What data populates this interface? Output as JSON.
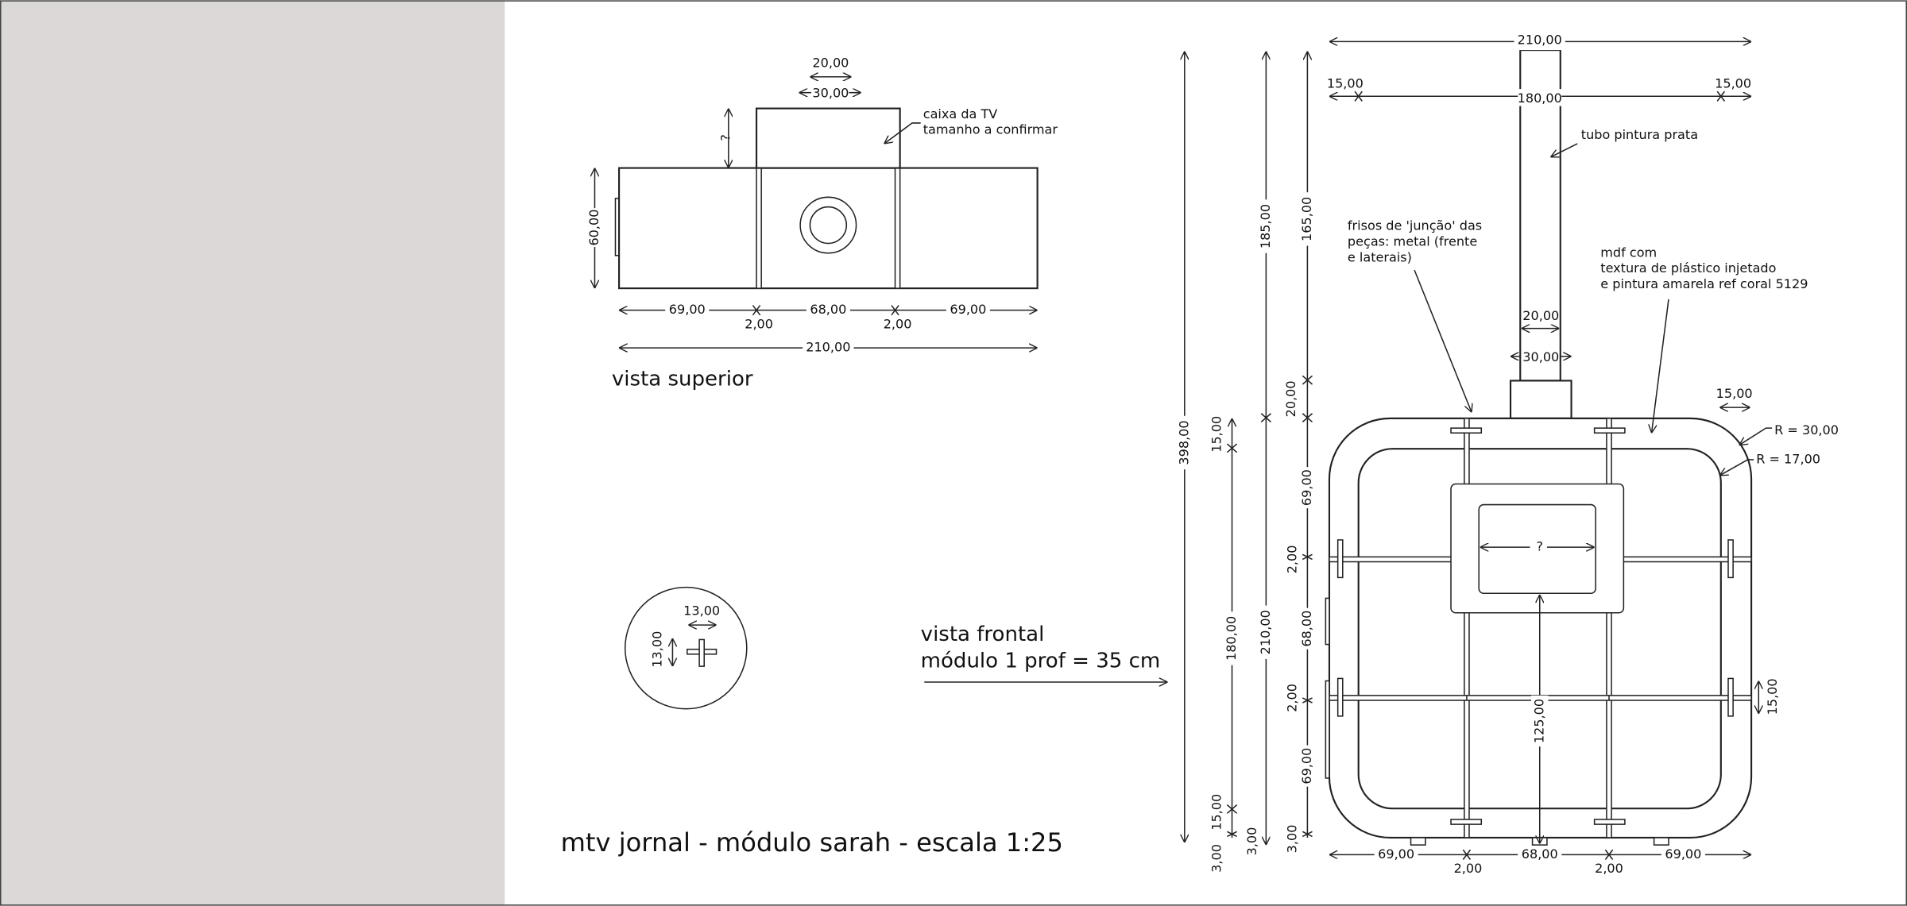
{
  "colors": {
    "panel": "#ddd8d8",
    "line": "#222222"
  },
  "title": "mtv jornal - módulo sarah - escala 1:25",
  "top_view": {
    "label": "vista superior",
    "tv_box_note": [
      "caixa da TV",
      "tamanho a confirmar"
    ],
    "dims": {
      "pole_inner": "20,00",
      "pole_outer": "30,00",
      "tv_depth": "?",
      "depth": "60,00",
      "left": "69,00",
      "gap1": "2,00",
      "center": "68,00",
      "gap2": "2,00",
      "right": "69,00",
      "total": "210,00"
    }
  },
  "detail": {
    "h": "13,00",
    "v": "13,00"
  },
  "front_label": [
    "vista frontal",
    "módulo 1 prof = 35 cm"
  ],
  "front_view": {
    "notes": {
      "tube": "tubo pintura prata",
      "frisos": [
        "frisos de 'junção' das",
        "peças: metal (frente",
        "e laterais)"
      ],
      "mdf": [
        "mdf com",
        "textura de plástico injetado",
        "e pintura amarela  ref coral 5129"
      ],
      "r_outer": "R = 30,00",
      "r_inner": "R = 17,00"
    },
    "dims": {
      "top_total": "210,00",
      "inner_width": "180,00",
      "margin_l": "15,00",
      "margin_r": "15,00",
      "pole_inner": "20,00",
      "pole_outer": "30,00",
      "border": "15,00",
      "screen_w": "?",
      "screen_h": "125,00",
      "tab": "15,00",
      "total_h": "398,00",
      "upper_h": "185,00",
      "body_h": "210,00",
      "pole_h": "165,00",
      "base_h": "20,00",
      "row1": "69,00",
      "gap1": "2,00",
      "row2": "68,00",
      "gap2": "2,00",
      "row3": "69,00",
      "foot1": "3,00",
      "frame_top": "15,00",
      "frame_in": "180,00",
      "frame_bot": "15,00",
      "foot2": "3,00",
      "foot3": "3,00",
      "b_left": "69,00",
      "b_gap1": "2,00",
      "b_center": "68,00",
      "b_gap2": "2,00",
      "b_right": "69,00"
    }
  }
}
